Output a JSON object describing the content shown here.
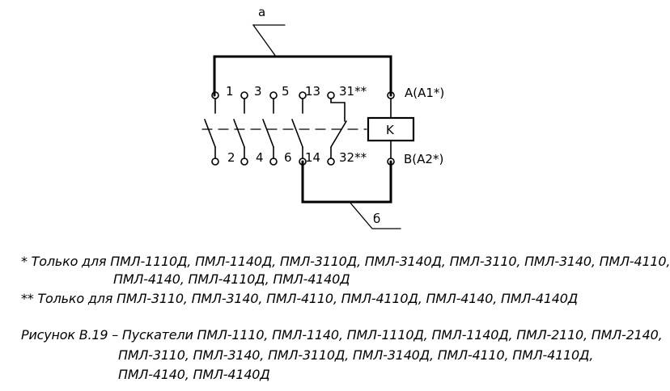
{
  "diagram": {
    "leader_top": "а",
    "leader_bottom": "б",
    "coil_label": "K",
    "contacts_top": [
      "1",
      "3",
      "5",
      "13",
      "31**"
    ],
    "contacts_bottom": [
      "2",
      "4",
      "6",
      "14",
      "32**"
    ],
    "coil_top_terminal": "A(A1*)",
    "coil_bottom_terminal": "B(A2*)"
  },
  "notes": {
    "note1_line1": "* Только для ПМЛ-1110Д, ПМЛ-1140Д, ПМЛ-3110Д, ПМЛ-3140Д, ПМЛ-3110, ПМЛ-3140, ПМЛ-4110,",
    "note1_line2": "ПМЛ-4140, ПМЛ-4110Д, ПМЛ-4140Д",
    "note2": "** Только для ПМЛ-3110, ПМЛ-3140, ПМЛ-4110, ПМЛ-4110Д, ПМЛ-4140, ПМЛ-4140Д",
    "caption_line1": "Рисунок В.19 – Пускатели ПМЛ-1110, ПМЛ-1140, ПМЛ-1110Д, ПМЛ-1140Д, ПМЛ-2110, ПМЛ-2140,",
    "caption_line2": "ПМЛ-3110, ПМЛ-3140, ПМЛ-3110Д, ПМЛ-3140Д, ПМЛ-4110, ПМЛ-4110Д,",
    "caption_line3": "ПМЛ-4140, ПМЛ-4140Д"
  }
}
